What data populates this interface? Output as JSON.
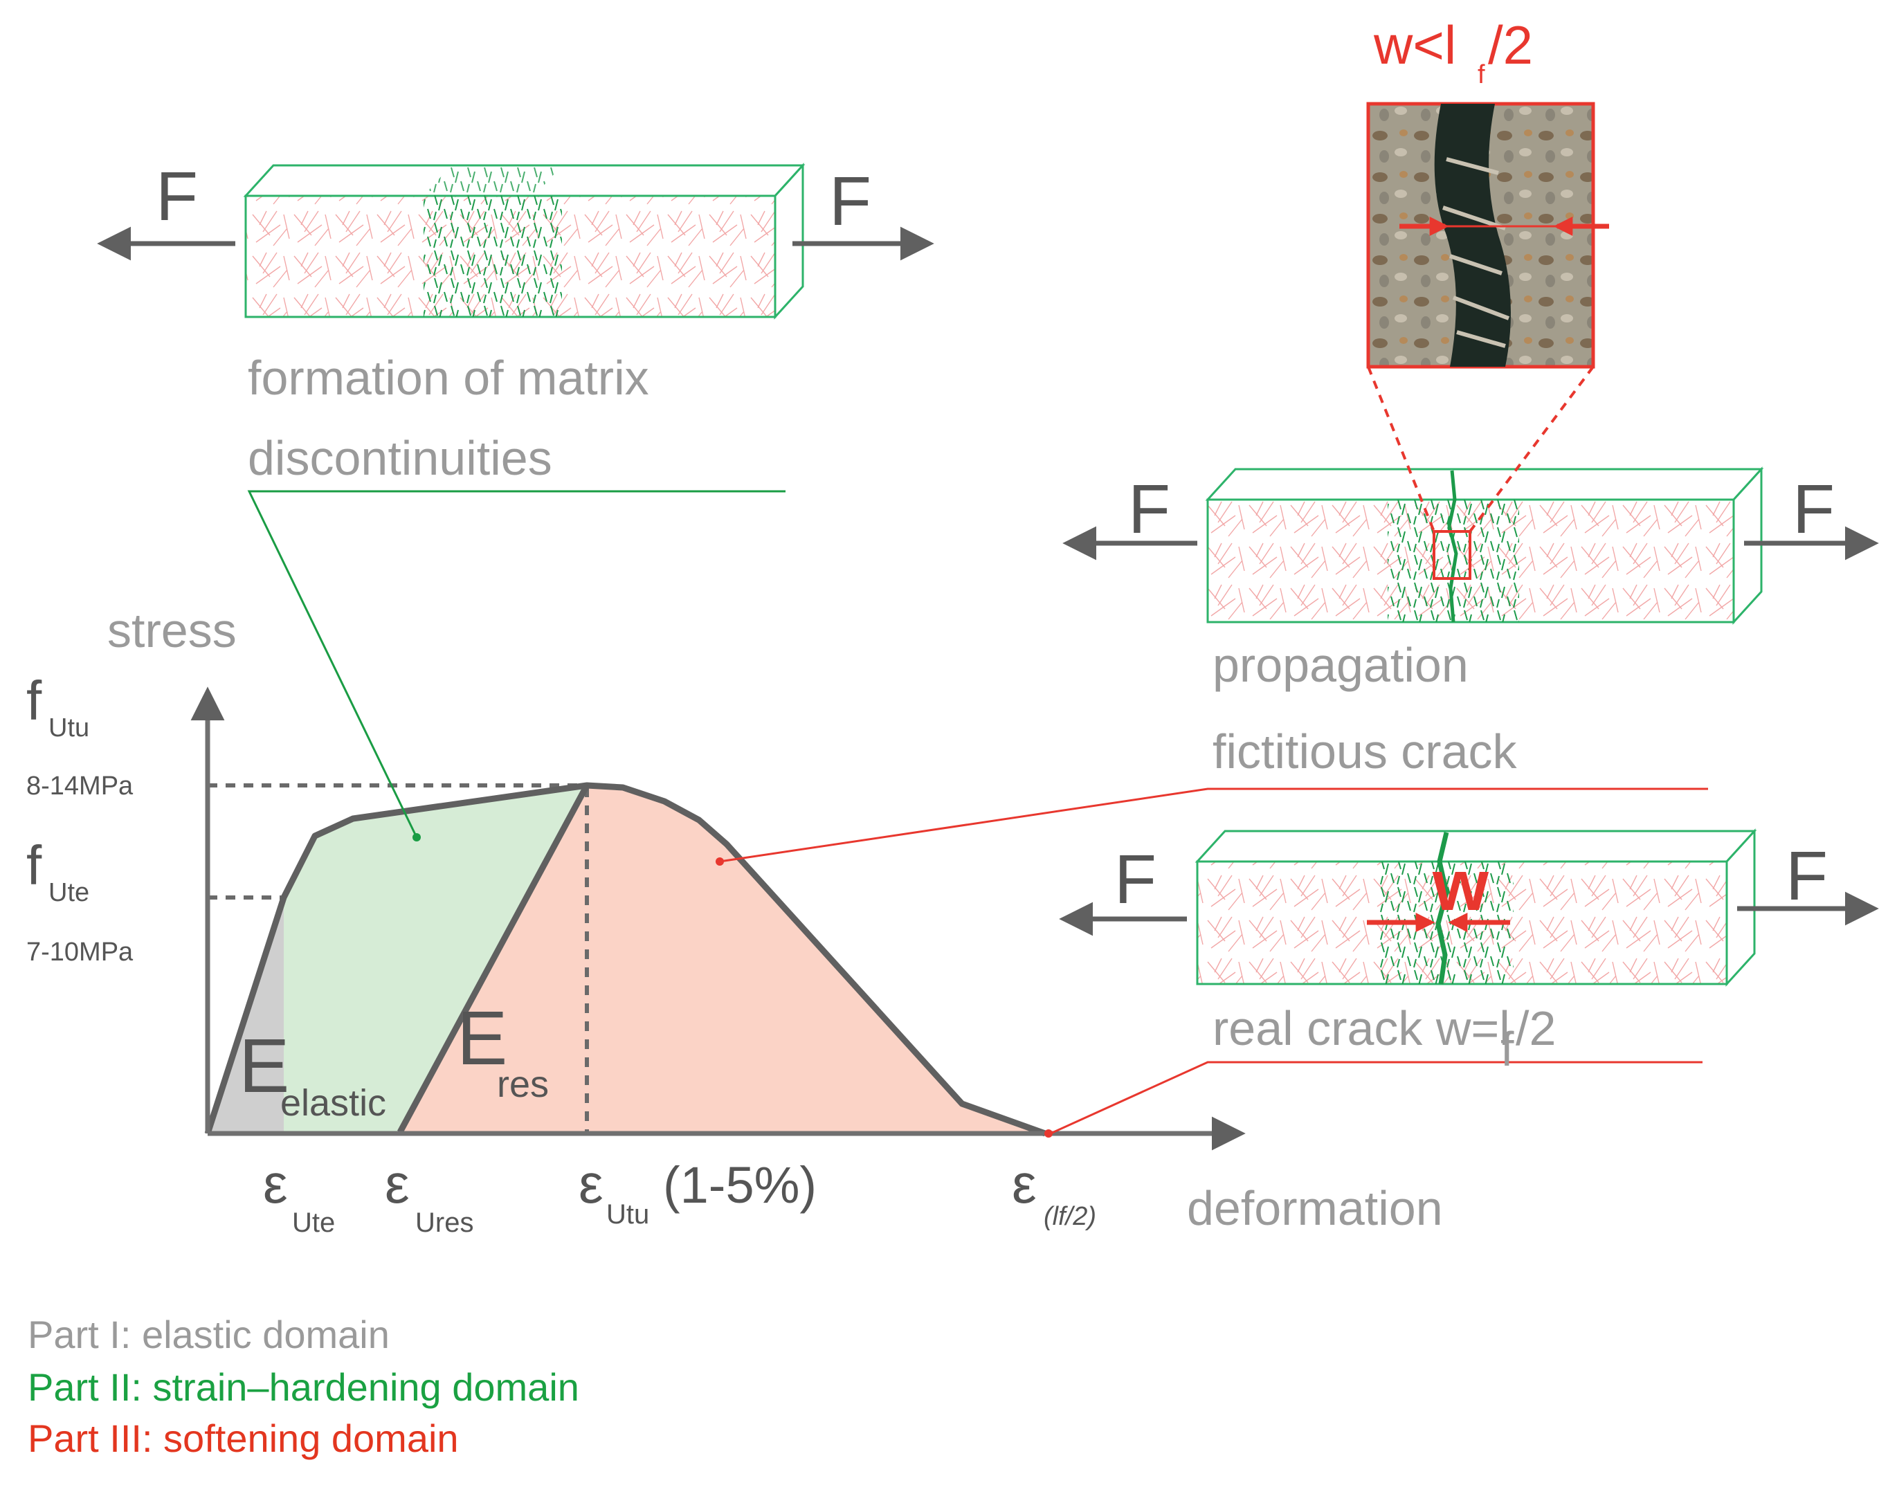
{
  "colors": {
    "elastic_region": "#cfcfcf",
    "hardening_region": "#d6ecd6",
    "softening_region": "#fbd3c6",
    "curve": "#606060",
    "beam_outline": "#2db36a",
    "crack_green": "#1c9a4a",
    "accent_red": "#e8372e",
    "legend_grey": "#9a9a9a",
    "legend_green": "#1aa142",
    "legend_red": "#e3361f"
  },
  "chart_data": {
    "type": "area",
    "xlabel": "deformation",
    "ylabel": "stress",
    "x_points": [
      "0",
      "ε_Ute",
      "ε_Ures",
      "ε_Utu",
      "ε_(lf/2)"
    ],
    "y_levels": {
      "f_Ute": "7-10MPa",
      "f_Utu": "8-14MPa"
    },
    "regions": [
      {
        "name": "Part I: elastic domain",
        "from": "0",
        "to": "ε_Ute"
      },
      {
        "name": "Part II: strain–hardening domain",
        "from": "ε_Ute",
        "to": "ε_Utu"
      },
      {
        "name": "Part III: softening domain",
        "from": "ε_Utu",
        "to": "ε_(lf/2)"
      }
    ]
  },
  "axis": {
    "y_title": "stress",
    "x_title": "deformation",
    "f_utu_main": "f",
    "f_utu_sub": "Utu",
    "f_utu_value": "8-14MPa",
    "f_ute_main": "f",
    "f_ute_sub": "Ute",
    "f_ute_value": "7-10MPa",
    "eps_symbol": "ε",
    "eps_ute_sub": "Ute",
    "eps_ures_sub": "Ures",
    "eps_utu_sub": "Utu",
    "eps_utu_suffix": "(1-5%)",
    "eps_lf_sub": "(lf/2)"
  },
  "moduli": {
    "e_elastic_main": "E",
    "e_elastic_sub": "elastic",
    "e_res_main": "E",
    "e_res_sub": "res"
  },
  "beams": {
    "force_label": "F",
    "top_caption_line1": "formation of matrix",
    "top_caption_line2": "discontinuities",
    "mid_caption_line1": "propagation",
    "mid_caption_line2": "fictitious crack",
    "bot_caption_prefix": "real crack w=l",
    "bot_caption_sub": "f",
    "bot_caption_suffix": "/2",
    "crack_width_label": "w"
  },
  "zoom": {
    "label_prefix": "w<l",
    "label_sub": "f",
    "label_suffix": "/2"
  },
  "legend": {
    "part1": "Part I: elastic domain",
    "part2": "Part II: strain–hardening domain",
    "part3": "Part III: softening domain"
  }
}
